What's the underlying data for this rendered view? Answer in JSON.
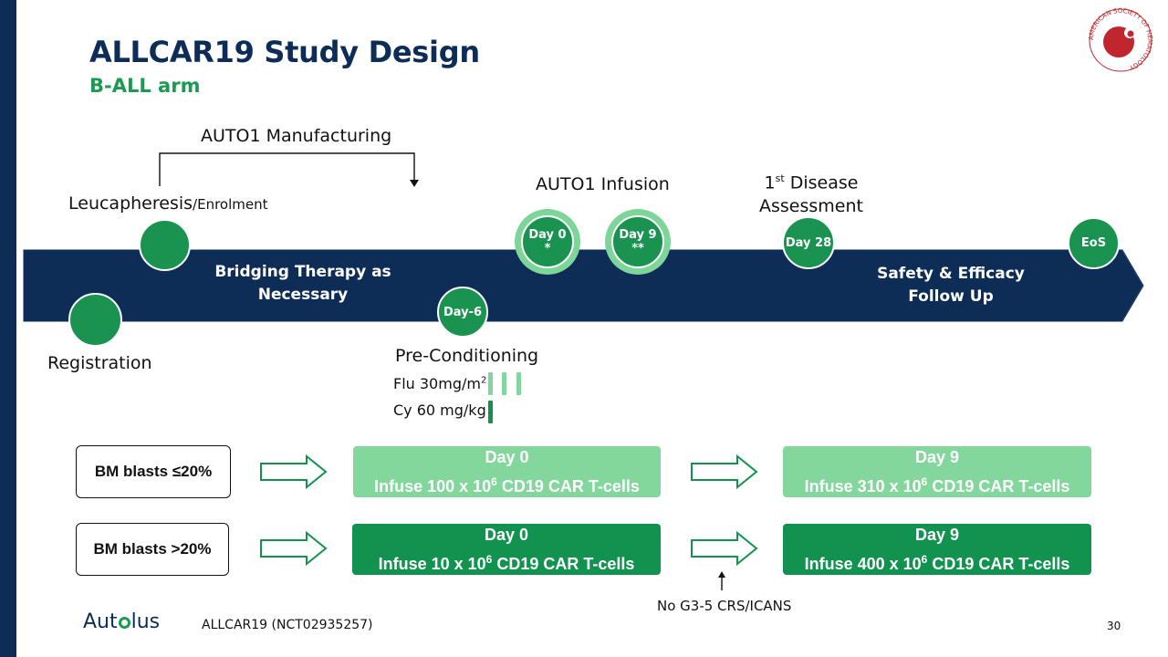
{
  "title": "ALLCAR19 Study Design",
  "subtitle": "B-ALL arm",
  "colors": {
    "navy": "#0d2d57",
    "green": "#1a9250",
    "light_green": "#83d79c",
    "accent_green": "#1a9b50"
  },
  "timeline": {
    "manufacturing_label": "AUTO1 Manufacturing",
    "leucapheresis_label": "Leucapheresis",
    "enrolment_label": "/Enrolment",
    "registration_label": "Registration",
    "infusion_label": "AUTO1 Infusion",
    "disease_assessment_sup": "st",
    "disease_assessment_pre": "1",
    "disease_assessment_line1": " Disease",
    "disease_assessment_line2": "Assessment",
    "bridging_line1": "Bridging Therapy as",
    "bridging_line2": "Necessary",
    "followup_line1": "Safety & Efficacy",
    "followup_line2": "Follow Up",
    "day0_label": "Day 0",
    "day0_mark": "*",
    "day9_label": "Day 9",
    "day9_mark": "**",
    "day28_label": "Day 28",
    "eos_label": "EoS",
    "day_minus6_label": "Day-6"
  },
  "preconditioning": {
    "title": "Pre-Conditioning",
    "flu_label": "Flu 30mg/m",
    "flu_sup": "2",
    "cy_label": "Cy  60 mg/kg"
  },
  "dosing": {
    "row1": {
      "condition": "BM blasts ≤20%",
      "first": {
        "day": "Day 0",
        "text_pre": "Infuse 100 x 10",
        "exp": "6",
        "text_post": " CD19 CAR T-cells"
      },
      "second": {
        "day": "Day 9",
        "text_pre": "Infuse 310 x 10",
        "exp": "6",
        "text_post": " CD19 CAR T-cells"
      }
    },
    "row2": {
      "condition": "BM blasts >20%",
      "first": {
        "day": "Day 0",
        "text_pre": "Infuse 10 x 10",
        "exp": "6",
        "text_post": " CD19 CAR T-cells"
      },
      "second": {
        "day": "Day 9",
        "text_pre": "Infuse 400 x 10",
        "exp": "6",
        "text_post": " CD19 CAR T-cells"
      }
    },
    "note": "No G3-5 CRS/ICANS"
  },
  "footer": {
    "brand_pre": "Aut",
    "brand_post": "lus",
    "study_id": "ALLCAR19 (NCT02935257)",
    "page_number": "30"
  },
  "logo": {
    "name": "american-society-of-hematology-logo",
    "text": "AMERICAN SOCIETY OF HEMATOLOGY"
  }
}
